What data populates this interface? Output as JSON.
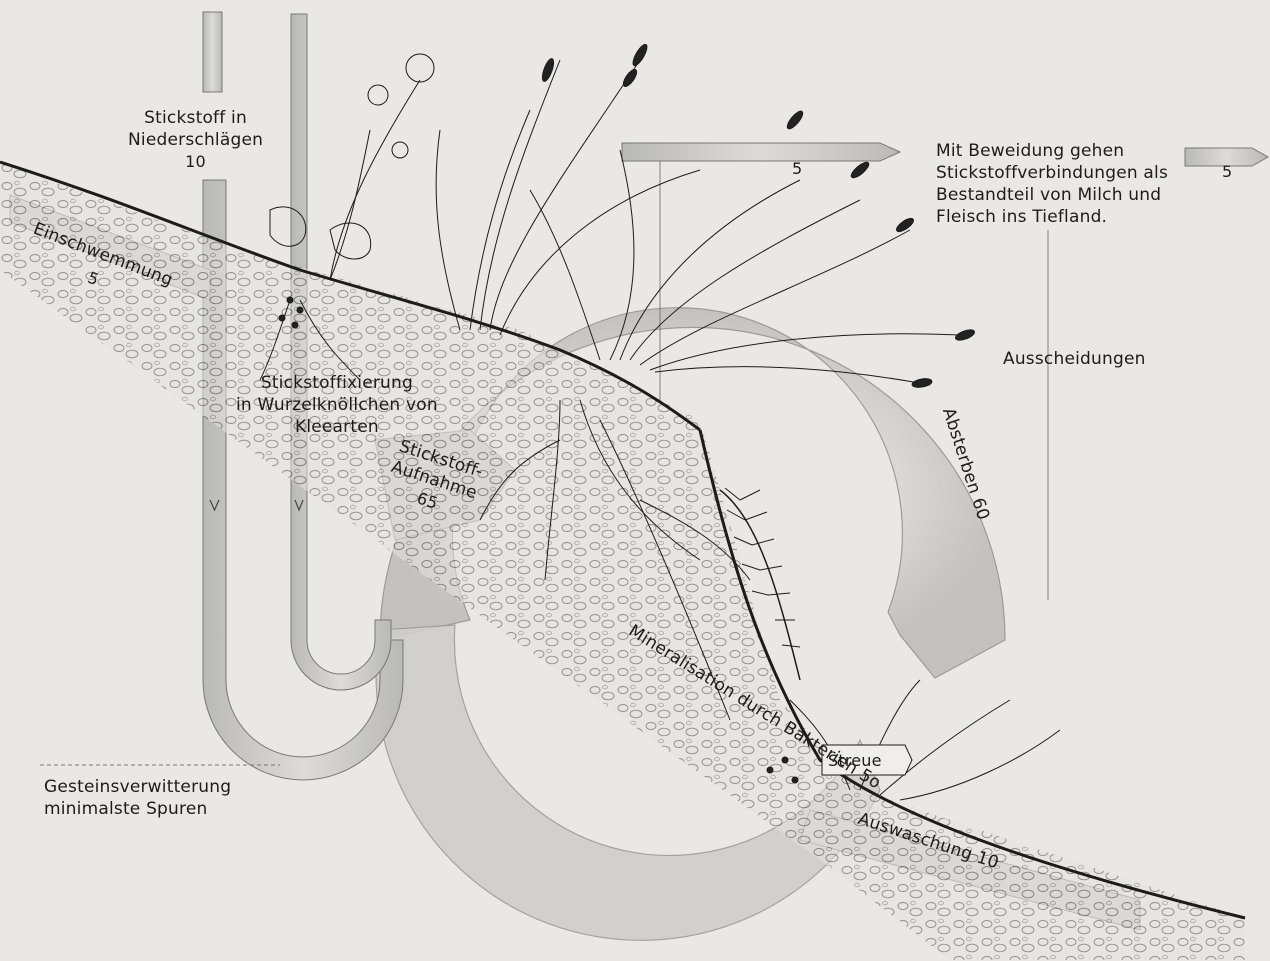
{
  "labels": {
    "precipitation_line1": "Stickstoff in",
    "precipitation_line2": "Niederschlägen",
    "precipitation_value": "10",
    "washin_label": "Einschwemmung",
    "washin_value": "5",
    "fixation_line1": "Stickstoffixierung",
    "fixation_line2": "in Wurzelknöllchen von",
    "fixation_line3": "Kleearten",
    "uptake_line1": "Stickstoff-",
    "uptake_line2": "Aufnahme",
    "uptake_value": "65",
    "grazing_arrow_value": "5",
    "grazing_line1": "Mit Beweidung gehen",
    "grazing_line2": "Stickstoffverbindungen als",
    "grazing_line3": "Bestandteil von Milch und",
    "grazing_line4": "Fleisch ins Tiefland.",
    "grazing_out_value": "5",
    "excretion_label": "Ausscheidungen",
    "dieoff_label": "Absterben 60",
    "mineral_label": "Mineralisation durch Bakterien 5o",
    "litter_label": "Streue",
    "leaching_label": "Auswaschung 10",
    "weathering_line1": "Gesteinsverwitterung",
    "weathering_line2": "minimalste Spuren"
  },
  "colors": {
    "paper": "#e9e8e4",
    "ink": "#1c1c1c",
    "band": "#c9c9c6",
    "band_edge": "#8c8c88"
  }
}
